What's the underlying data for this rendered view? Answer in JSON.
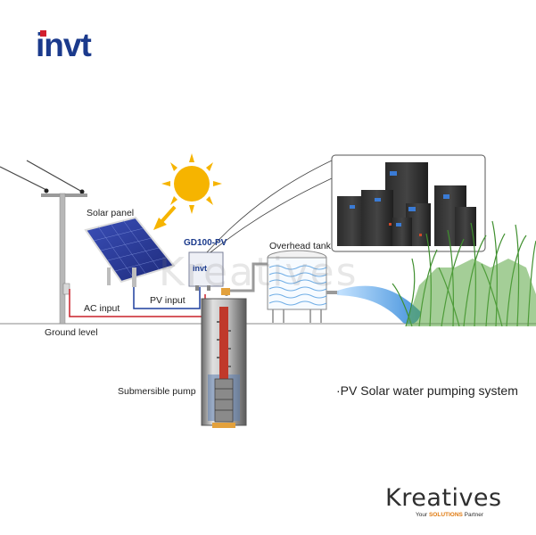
{
  "logo": {
    "text": "invt"
  },
  "labels": {
    "solar_panel": "Solar panel",
    "controller": "GD100-PV",
    "controller_brand": "invt",
    "overhead_tank": "Overhead tank",
    "ac_input": "AC input",
    "pv_input": "PV input",
    "ground_level": "Ground level",
    "submersible_pump": "Submersible pump"
  },
  "system_title": "·PV Solar water pumping system",
  "watermark": "Kreatives",
  "brand": {
    "name": "Kreatives",
    "tagline_prefix": "Your ",
    "tagline_highlight": "SOLUTIONS",
    "tagline_suffix": " Partner"
  },
  "colors": {
    "logo_blue": "#1b3a8c",
    "logo_red": "#d2202f",
    "ac_wire": "#c8202a",
    "pv_wire": "#1d3f9e",
    "sun": "#f6b400",
    "grass": "#3f8f2e",
    "water": "#3d8fd6"
  }
}
